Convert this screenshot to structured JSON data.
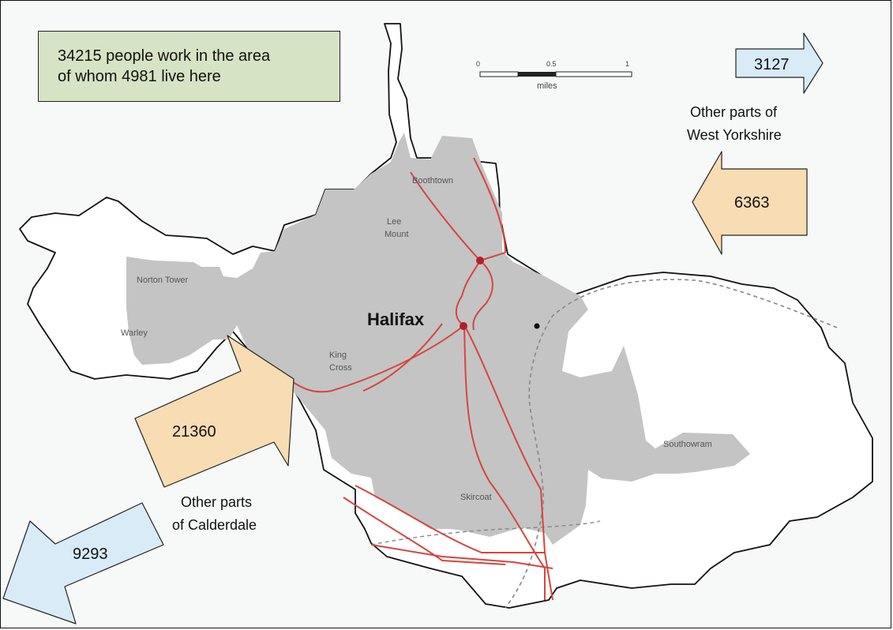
{
  "summary": {
    "line1": "34215 people work in the area",
    "line2": "of whom 4981 live here"
  },
  "scale_bar": {
    "tick_0": "0",
    "tick_mid": "0.5",
    "tick_end": "1",
    "unit": "miles"
  },
  "city": "Halifax",
  "places": {
    "boothtown": "Boothtown",
    "lee": "Lee",
    "mount": "Mount",
    "norton_tower": "Norton Tower",
    "warley": "Warley",
    "king": "King",
    "cross": "Cross",
    "skircoat": "Skircoat",
    "southowram": "Southowram"
  },
  "flows": {
    "west_yorkshire_out": "3127",
    "west_yorkshire_in": "6363",
    "calderdale_in": "21360",
    "calderdale_out": "9293"
  },
  "labels": {
    "west_yorkshire_line1": "Other parts of",
    "west_yorkshire_line2": "West Yorkshire",
    "calderdale_line1": "Other parts",
    "calderdale_line2": "of Calderdale"
  },
  "colors": {
    "inflow_arrow": "#f8dcb3",
    "outflow_arrow": "#d8ebf6",
    "summary_box": "#d6e3c4",
    "area_fill": "#c4c4c4",
    "roads": "#d6453f"
  }
}
